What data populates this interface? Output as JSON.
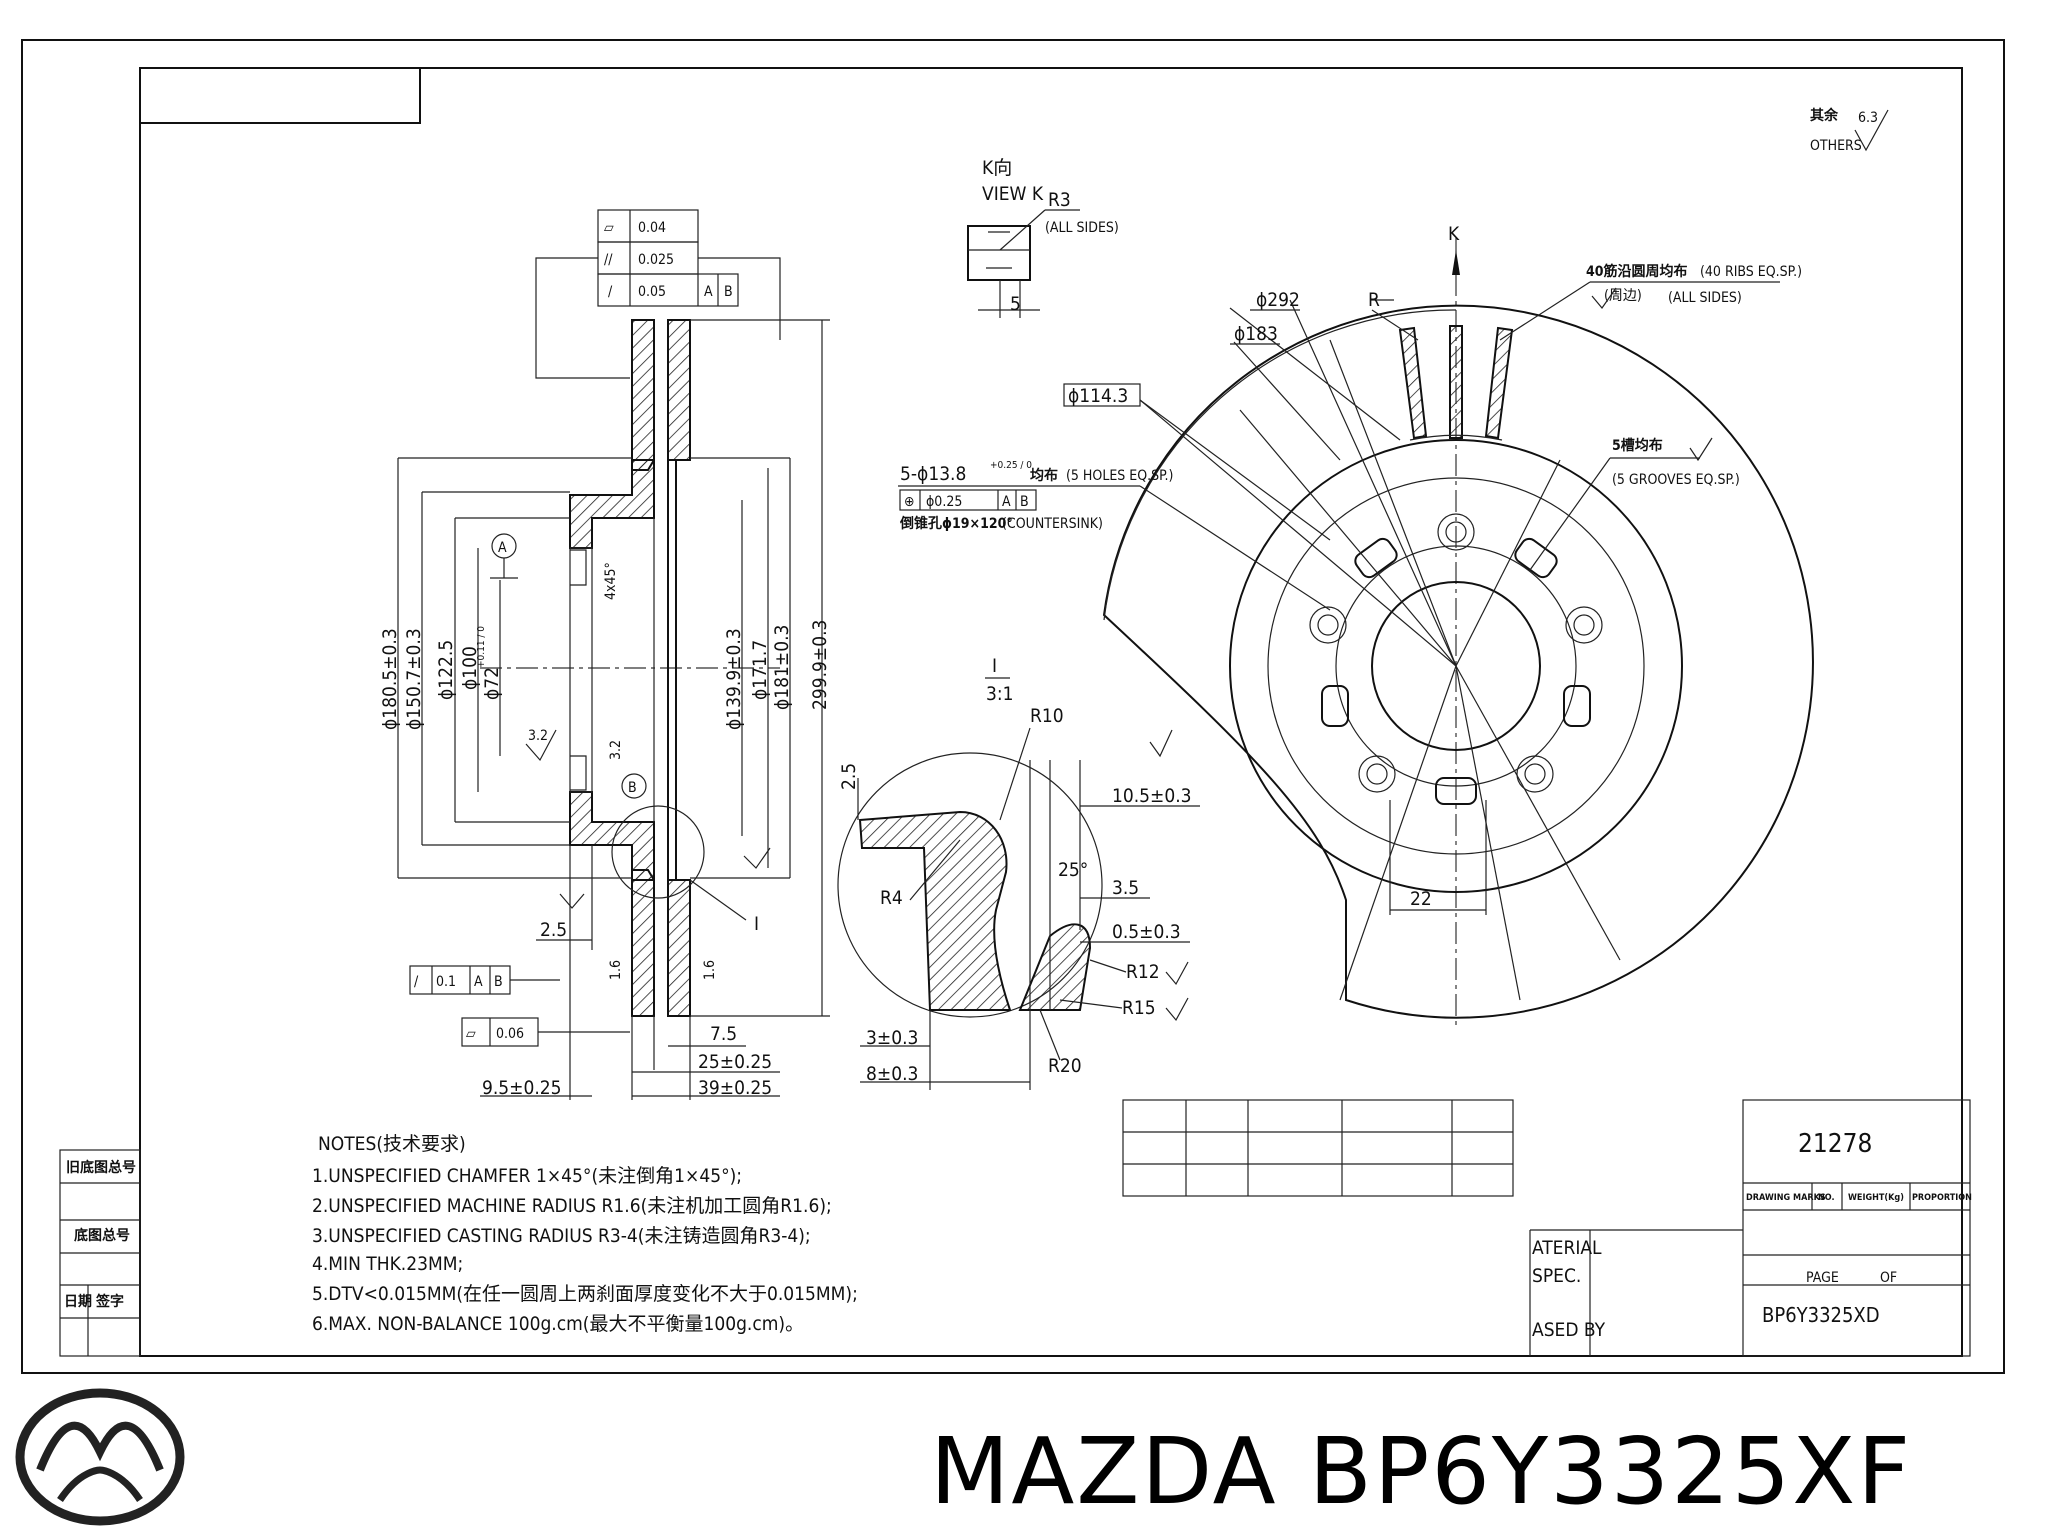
{
  "brand": {
    "logo": "mazda-logo",
    "caption": "MAZDA BP6Y3325XF"
  },
  "title_block": {
    "drawing_number": "21278",
    "part_number": "BP6Y3325XD",
    "cols": [
      "DRAWING MARKS",
      "NO.",
      "WEIGHT(Kg)",
      "PROPORTION"
    ],
    "page_label": "PAGE",
    "of_label": "OF",
    "material_label": "ATERIAL",
    "spec_label": "SPEC.",
    "released_label": "ASED BY"
  },
  "revision_block": [
    "旧底图总号",
    "底图总号",
    "日期",
    "签字"
  ],
  "surface_finish": {
    "label_cn": "其余",
    "label_en": "OTHERS",
    "value": "6.3"
  },
  "view_k": {
    "title_cn": "K向",
    "title_en": "VIEW K",
    "radius": "R3",
    "sides": "(ALL SIDES)",
    "width": "5"
  },
  "tolerance_frames": {
    "flatness": "0.04",
    "parallel": "0.025",
    "runout": "0.05",
    "datum_a": "A",
    "datum_b": "B",
    "runout2": "0.1",
    "flat2": "0.06"
  },
  "section_dims": {
    "d180": "ϕ180.5±0.3",
    "d150": "ϕ150.7±0.3",
    "d122": "ϕ122.5",
    "d100": "ϕ100",
    "d72": "ϕ72",
    "d72_tol": "+0.11 / 0",
    "d139": "ϕ139.9±0.3",
    "d171": "ϕ171.7",
    "d181": "ϕ181±0.3",
    "d299": "299.9±0.3",
    "chamfer": "4x45°",
    "rough1": "3.2",
    "rough2": "3.2",
    "d2_5": "2.5",
    "d7_5": "7.5",
    "d25": "25±0.25",
    "d39": "39±0.25",
    "d9_5": "9.5±0.25",
    "label_a": "A",
    "label_b": "B",
    "label_i": "I",
    "r16a": "1.6",
    "r16b": "1.6"
  },
  "detail_i": {
    "title": "I",
    "scale": "3:1",
    "r10": "R10",
    "r4": "R4",
    "d2_5": "2.5",
    "d10_5": "10.5±0.3",
    "angle": "25°",
    "d3_5": "3.5",
    "d0_5": "0.5±0.3",
    "r12": "R12",
    "r15": "R15",
    "r20": "R20",
    "d3": "3±0.3",
    "d8": "8±0.3"
  },
  "front_view": {
    "k": "K",
    "d292": "ϕ292",
    "d183": "ϕ183",
    "d114": "ϕ114.3",
    "r": "R",
    "ribs_cn": "40筋沿圆周均布",
    "ribs_en": "(40 RIBS EQ.SP.)",
    "sides_cn": "(周边)",
    "sides_en": "(ALL SIDES)",
    "holes": "5-ϕ13.8",
    "holes_tol": "+0.25 / 0",
    "holes_cn": "均布",
    "holes_en": "(5 HOLES EQ.SP.)",
    "pos_tol": "ϕ0.25",
    "counter_cn": "倒锥孔ϕ19×120°",
    "counter_en": "(COUNTERSINK)",
    "grooves_cn": "5槽均布",
    "grooves_en": "(5 GROOVES EQ.SP.)",
    "d22": "22"
  },
  "notes": {
    "title": "NOTES(技术要求)",
    "items": [
      "1.UNSPECIFIED CHAMFER 1×45°(未注倒角1×45°);",
      "2.UNSPECIFIED MACHINE RADIUS R1.6(未注机加工圆角R1.6);",
      "3.UNSPECIFIED CASTING RADIUS R3-4(未注铸造圆角R3-4);",
      "4.MIN THK.23MM;",
      "5.DTV<0.015MM(在任一圆周上两刹面厚度变化不大于0.015MM);",
      "6.MAX. NON-BALANCE 100g.cm(最大不平衡量100g.cm)。"
    ]
  }
}
